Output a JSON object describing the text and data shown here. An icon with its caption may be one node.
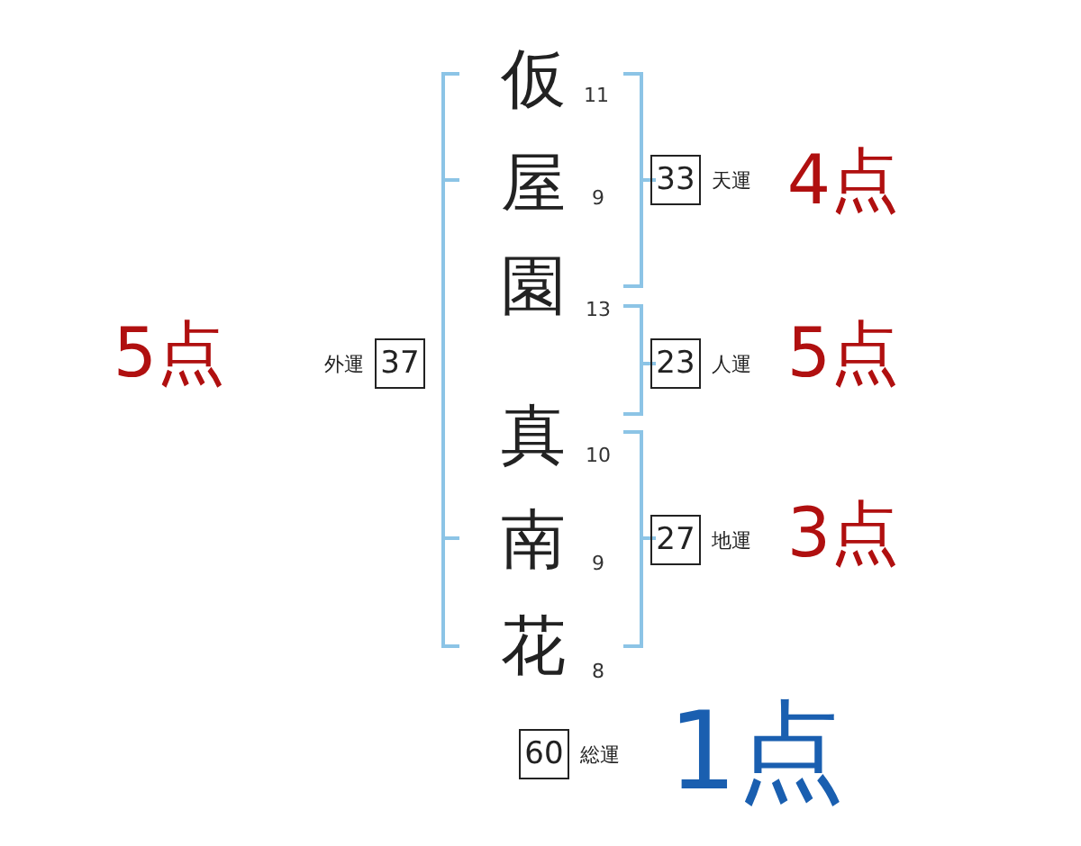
{
  "diagram": {
    "nodes": [
      {
        "text": [
          "33"
        ],
        "beside": [
          "天運"
        ]
      },
      {
        "text": [
          "37"
        ],
        "beside": [
          "外運"
        ]
      },
      {
        "text": [
          "23"
        ],
        "beside": [
          "人運"
        ]
      },
      {
        "text": [
          "27"
        ],
        "beside": [
          "地運"
        ]
      },
      {
        "text": [
          "60"
        ],
        "beside": [
          "総運"
        ]
      }
    ],
    "labels": [
      "仮",
      "11",
      "屋",
      "9",
      "4点",
      "園",
      "13",
      "5点",
      "5点",
      "真",
      "10",
      "南",
      "9",
      "3点",
      "花",
      "8",
      "1点"
    ]
  }
}
